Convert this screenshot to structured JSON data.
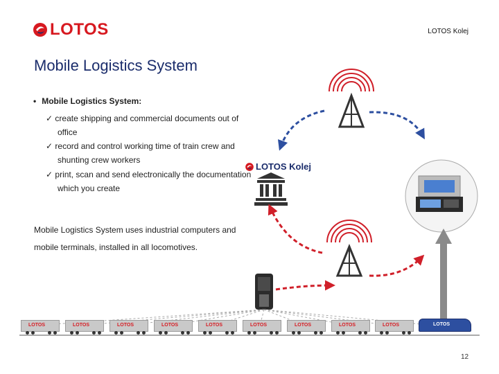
{
  "header": {
    "logo_text": "LOTOS",
    "brand_label": "LOTOS Kolej"
  },
  "slide": {
    "title": "Mobile Logistics System",
    "bullet_heading": "Mobile Logistics System:",
    "checks": [
      {
        "line1": "create shipping and commercial documents out of",
        "line2": "office"
      },
      {
        "line1": "record and control working time of train crew and",
        "line2": "shunting crew workers"
      },
      {
        "line1": "print, scan and send electronically the documentation",
        "line2": "which you create"
      }
    ],
    "paragraph": {
      "line1": "Mobile Logistics System uses industrial computers and",
      "line2": "mobile terminals, installed in all locomotives."
    },
    "page_number": "12"
  },
  "diagram": {
    "company_logo": "LOTOS Kolej",
    "wagon_label": "LOTOS",
    "icons": [
      "radio-tower-icon",
      "bank-building-icon",
      "industrial-laptop-icon",
      "mobile-terminal-icon",
      "wagon-icon",
      "locomotive-icon"
    ],
    "colors": {
      "arrow_blue": "#2d4fa0",
      "arrow_red": "#d0202a",
      "arrow_gray": "#8a8a8a",
      "signal_red": "#d0202a",
      "brand_red": "#d71920",
      "brand_navy": "#1a2c6b"
    }
  }
}
